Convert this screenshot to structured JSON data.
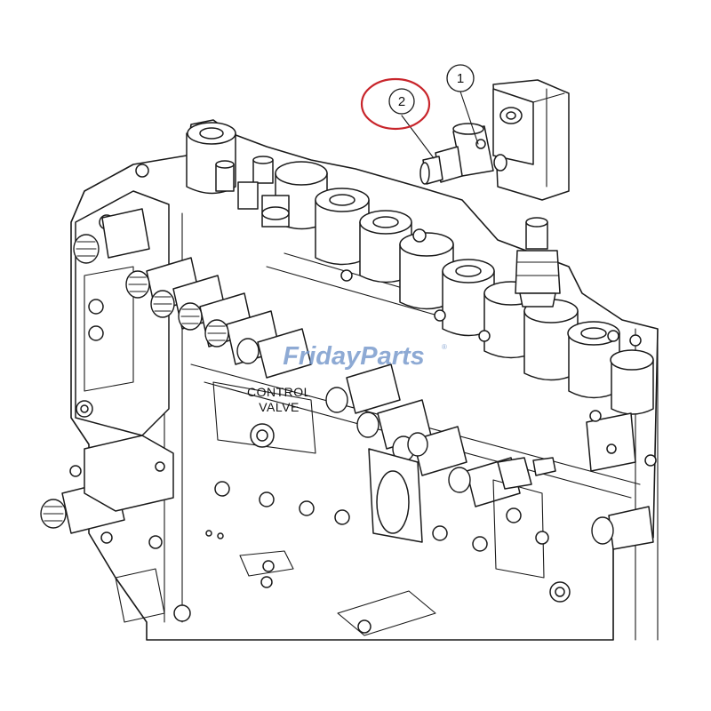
{
  "diagram": {
    "label_line1": "CONTROL",
    "label_line2": "VALVE",
    "callouts": [
      {
        "number": "1"
      },
      {
        "number": "2"
      }
    ],
    "highlight_color": "#c8252b"
  },
  "watermark": {
    "text": "FridayParts",
    "mark": "®",
    "color": "#6f93c9"
  }
}
